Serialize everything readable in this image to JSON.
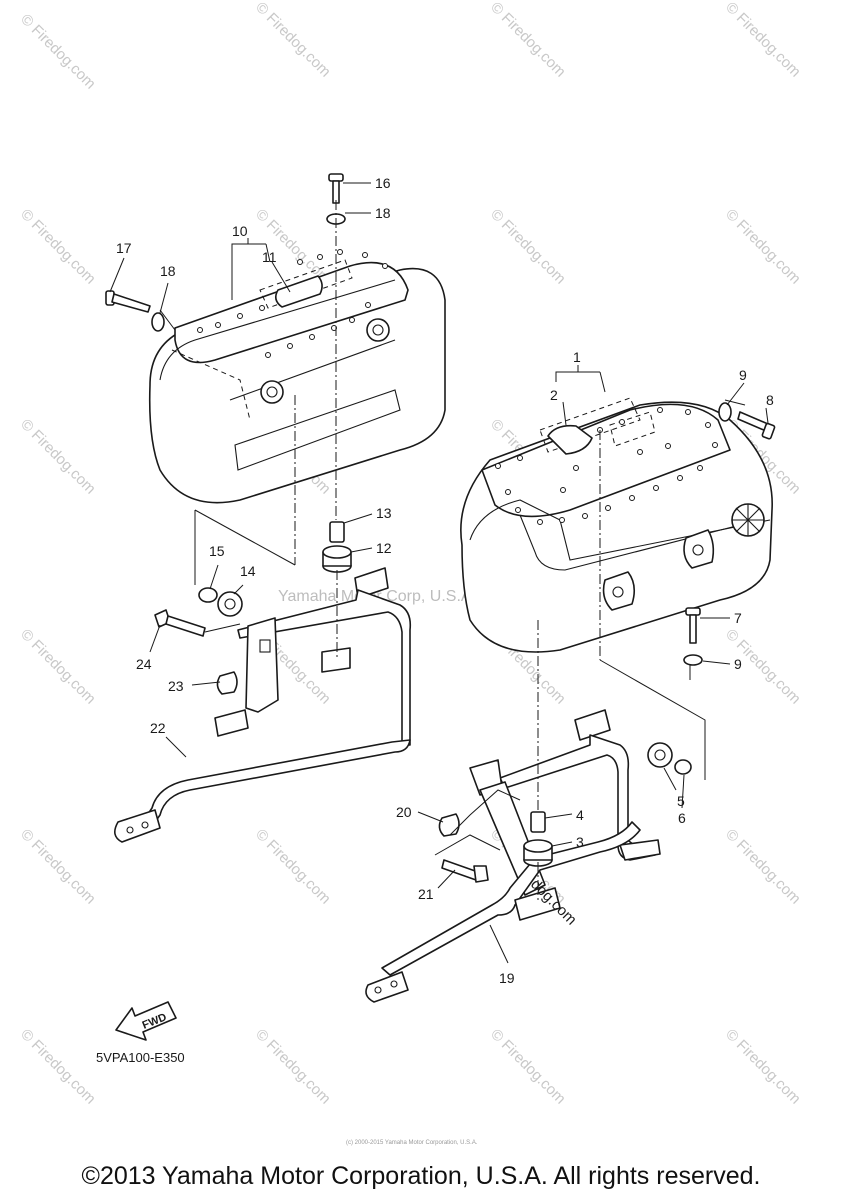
{
  "diagram_code": "5VPA100-E350",
  "direction_label": "FWD",
  "watermark": "© Firedog.com",
  "center_watermark": "Yamaha Motor Corp, U.S.A.",
  "overlay_text": "dog.com",
  "fine_print": "(c) 2000-2015 Yamaha Motor Corporation, U.S.A.",
  "copyright": "©2013 Yamaha Motor Corporation, U.S.A. All rights reserved.",
  "callouts": {
    "c1": "1",
    "c2": "2",
    "c3": "3",
    "c4": "4",
    "c5": "5",
    "c6": "6",
    "c7": "7",
    "c8": "8",
    "c9a": "9",
    "c9b": "9",
    "c10": "10",
    "c11": "11",
    "c12": "12",
    "c13": "13",
    "c14": "14",
    "c15": "15",
    "c16": "16",
    "c17": "17",
    "c18a": "18",
    "c18b": "18",
    "c19": "19",
    "c20": "20",
    "c21": "21",
    "c22": "22",
    "c23": "23",
    "c24": "24"
  },
  "colors": {
    "line": "#1a1a1a",
    "watermark": "#c8c8c8",
    "background": "#ffffff"
  }
}
